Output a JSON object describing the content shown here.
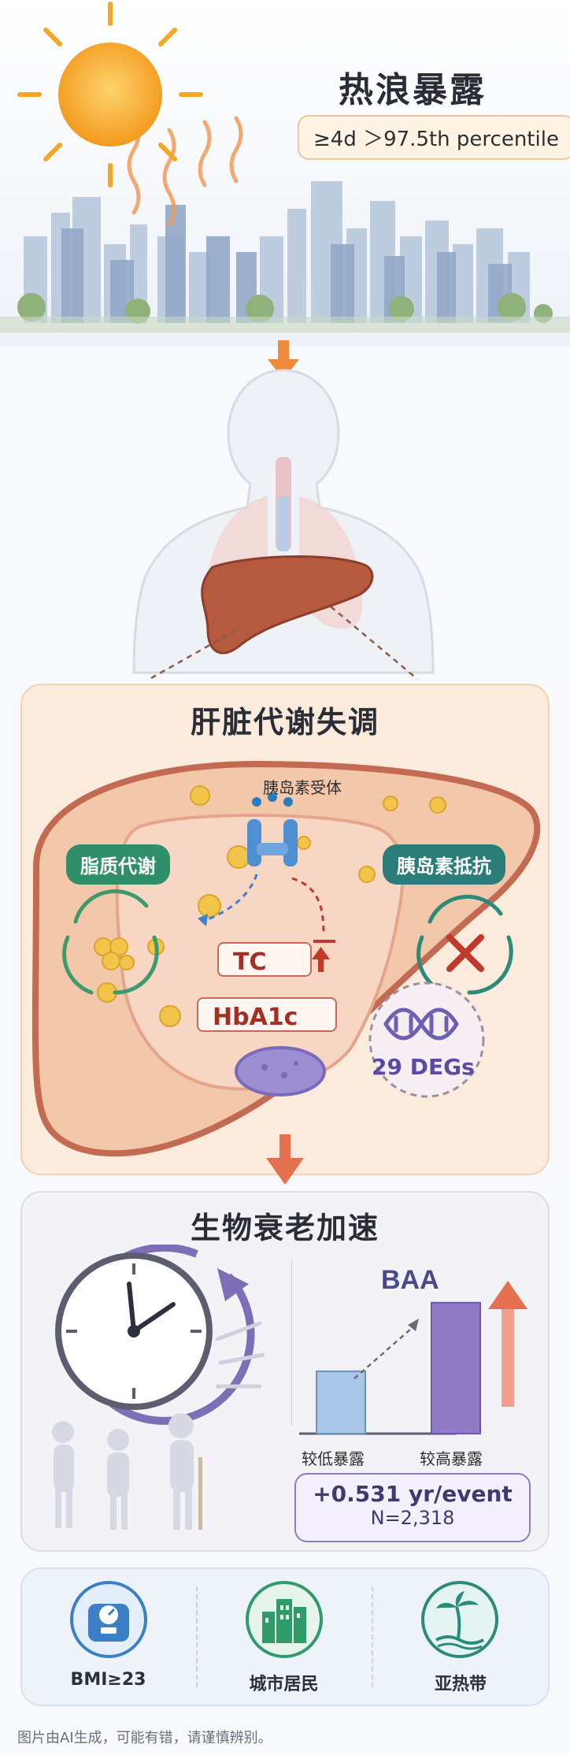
{
  "header": {
    "title": "热浪暴露",
    "definition": "≥4d  ＞97.5th percentile"
  },
  "liver_section": {
    "title": "肝脏代谢失调",
    "receptor_label": "胰岛素受体",
    "lipid_tag": "脂质代谢",
    "insulin_tag": "胰岛素抵抗",
    "tc_label": "TC",
    "hba1c_label": "HbA1c",
    "degs_label": "29 DEGs"
  },
  "aging_section": {
    "title": "生物衰老加速",
    "effect_line1": "+0.531 yr/event",
    "effect_line2": "N=2,318"
  },
  "chart_data": {
    "type": "bar",
    "title": "BAA",
    "categories": [
      "较低暴露",
      "较高暴露"
    ],
    "values": [
      1,
      2.1
    ],
    "ylim": [
      0,
      2.4
    ]
  },
  "subgroups": [
    {
      "label": "BMI≥23",
      "icon": "scale-icon"
    },
    {
      "label": "城市居民",
      "icon": "city-buildings-icon"
    },
    {
      "label": "亚热带",
      "icon": "palm-island-icon"
    }
  ],
  "colors": {
    "sun": "#f5a623",
    "arrow": "#f08a3c",
    "red_up": "#c0392b",
    "green_tag": "#2f8f6a",
    "teal_tag": "#2b7d7a",
    "bar_low": "#a8c6e6",
    "bar_high": "#8f7bc6"
  },
  "footer": {
    "disclaimer": "图片由AI生成，可能有错，请谨慎辨别。"
  }
}
